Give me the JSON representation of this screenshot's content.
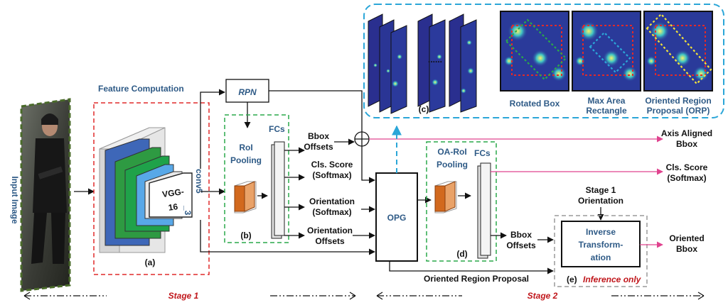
{
  "input_image": {
    "label": "Input Image"
  },
  "feature": {
    "title": "Feature Computation",
    "vgg_line1": "VGG-",
    "vgg_line2": "16",
    "conv_line1": "conv5",
    "conv_line2": "_3",
    "tag": "(a)"
  },
  "rpn": {
    "label": "RPN"
  },
  "roi_block": {
    "fcs": "FCs",
    "pool_line1": "RoI",
    "pool_line2": "Pooling",
    "tag": "(b)"
  },
  "outputs": {
    "bbox1": "Bbox",
    "bbox2": "Offsets",
    "cls1": "Cls. Score",
    "cls2": "(Softmax)",
    "ori1": "Orientation",
    "ori2": "(Softmax)",
    "orioff1": "Orientation",
    "orioff2": "Offsets"
  },
  "opg": {
    "label": "OPG"
  },
  "oa_block": {
    "pool_line1": "OA-RoI",
    "pool_line2": "Pooling",
    "fcs": "FCs",
    "tag": "(d)",
    "bbox1": "Bbox",
    "bbox2": "Offsets"
  },
  "top_panel": {
    "dots": "......",
    "tag": "(c)",
    "caption_rotated": "Rotated Box",
    "caption_max1": "Max Area",
    "caption_max2": "Rectangle",
    "caption_orp1": "Oriented Region",
    "caption_orp2": "Proposal (ORP)"
  },
  "final": {
    "axis1": "Axis Aligned",
    "axis2": "Bbox",
    "cls1": "Cls. Score",
    "cls2": "(Softmax)",
    "stage1_ori1": "Stage 1",
    "stage1_ori2": "Orientation",
    "inv1": "Inverse",
    "inv2": "Transform-",
    "inv3": "ation",
    "tag": "(e)",
    "inference": "Inference only",
    "oriented1": "Oriented",
    "oriented2": "Bbox"
  },
  "orp_label": "Oriented Region Proposal",
  "stages": {
    "s1": "Stage 1",
    "s2": "Stage 2"
  },
  "colors": {
    "accent_blue": "#2e5a86",
    "stage_red": "#c0161b",
    "green_dash": "#2aa84a",
    "cyan_dash": "#2ba6d8",
    "magenta": "#e0438f"
  }
}
